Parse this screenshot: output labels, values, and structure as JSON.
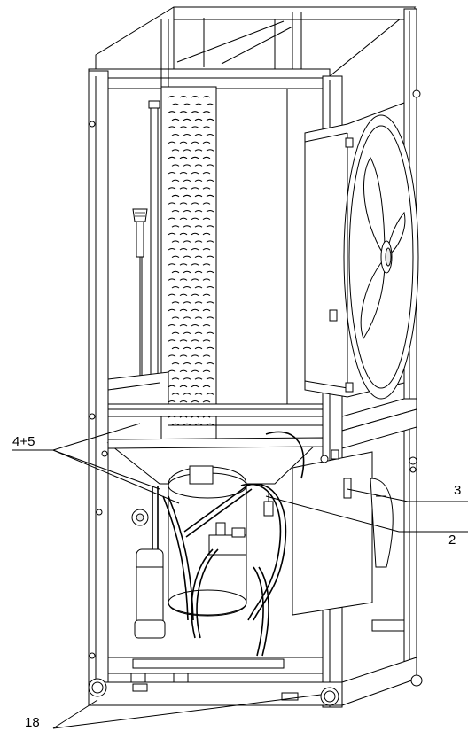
{
  "callouts": {
    "c_4_5": "4+5",
    "c_3": "3",
    "c_2": "2",
    "c_18": "18"
  },
  "colors": {
    "line": "#000000",
    "background": "#ffffff"
  }
}
